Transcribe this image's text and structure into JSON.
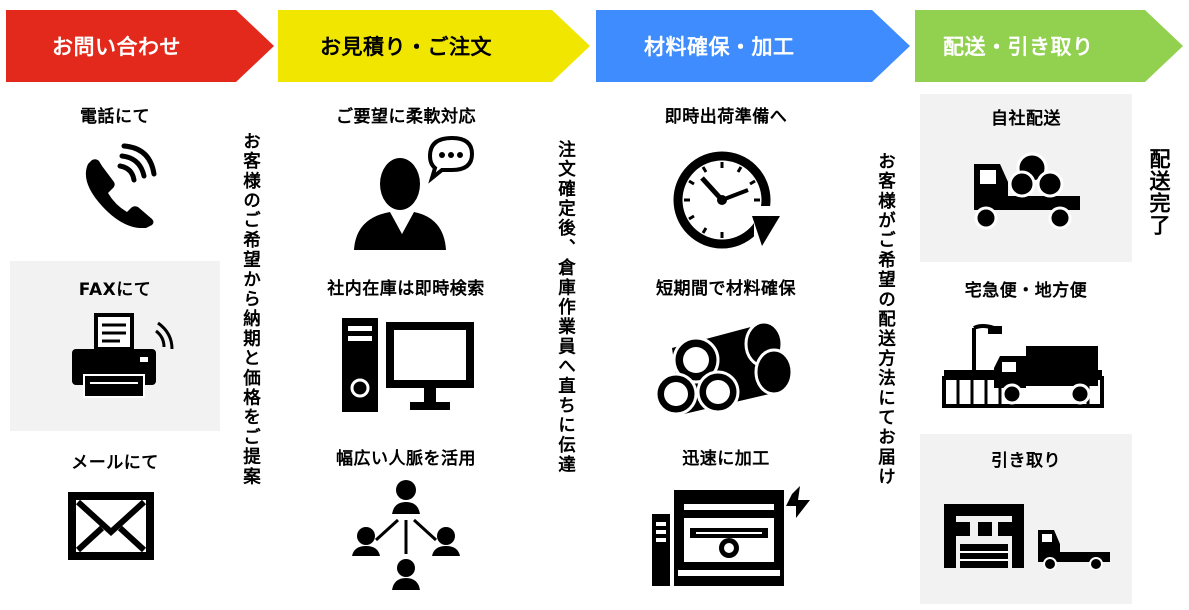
{
  "colors": {
    "step1": "#e3291b",
    "step2": "#f1e600",
    "step3": "#3e8cfd",
    "step4": "#92d050",
    "panel_gray": "#f2f2f2"
  },
  "steps": [
    {
      "title": "お問い合わせ"
    },
    {
      "title": "お見積り・ご注文"
    },
    {
      "title": "材料確保・加工"
    },
    {
      "title": "配送・引き取り"
    }
  ],
  "contact": [
    {
      "label": "電話にて",
      "icon": "phone-icon"
    },
    {
      "label": "FAXにて",
      "icon": "fax-icon"
    },
    {
      "label": "メールにて",
      "icon": "mail-icon"
    }
  ],
  "quote": [
    {
      "label": "ご要望に柔軟対応",
      "icon": "consultant-icon"
    },
    {
      "label": "社内在庫は即時検索",
      "icon": "computer-icon"
    },
    {
      "label": "幅広い人脈を活用",
      "icon": "network-icon"
    }
  ],
  "material": [
    {
      "label": "即時出荷準備へ",
      "icon": "clock-icon"
    },
    {
      "label": "短期間で材料確保",
      "icon": "pipes-icon"
    },
    {
      "label": "迅速に加工",
      "icon": "machine-icon"
    }
  ],
  "delivery": [
    {
      "label": "自社配送",
      "icon": "truck-icon"
    },
    {
      "label": "宅急便・地方便",
      "icon": "courier-icon"
    },
    {
      "label": "引き取り",
      "icon": "warehouse-icon"
    }
  ],
  "connectors": {
    "contact_to_quote": "お客様のご希望から納期と価格をご提案",
    "quote_to_material": "注文確定後、倉庫作業員へ直ちに伝達",
    "material_to_delivery": "お客様がご希望の配送方法にてお届け",
    "final": "配送完了"
  }
}
